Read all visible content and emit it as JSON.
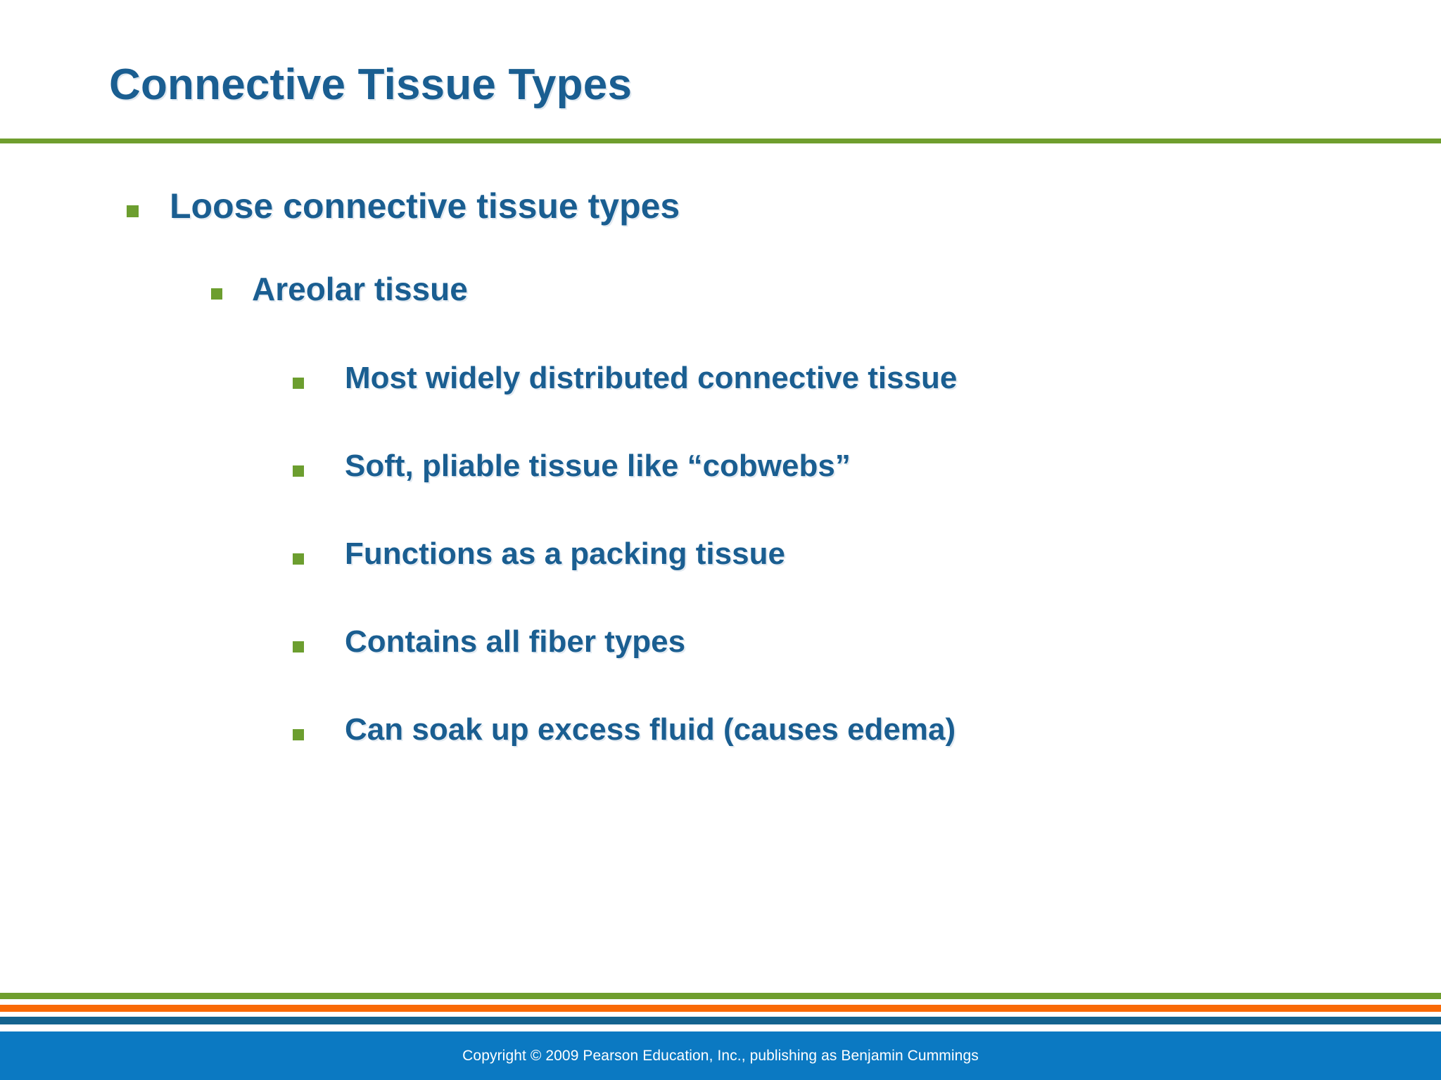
{
  "slide": {
    "title": "Connective Tissue Types",
    "colors": {
      "title_blue": "#1A5E91",
      "bullet_green": "#6C9E2F",
      "rule_green": "#6F9E2E",
      "bar_orange": "#F96A06",
      "bar_navy": "#14638F",
      "footer_blue": "#0B79C2",
      "background": "#FFFFFF"
    },
    "bullets": [
      {
        "level": 1,
        "text": "Loose connective tissue types",
        "marker": "green-square-bullet"
      },
      {
        "level": 2,
        "text": "Areolar tissue",
        "marker": "green-square-bullet"
      },
      {
        "level": 3,
        "text": "Most widely distributed connective tissue",
        "marker": "green-square-bullet"
      },
      {
        "level": 3,
        "text": "Soft, pliable tissue like “cobwebs”",
        "marker": "green-square-bullet"
      },
      {
        "level": 3,
        "text": "Functions as a packing tissue",
        "marker": "green-square-bullet"
      },
      {
        "level": 3,
        "text": "Contains all fiber types",
        "marker": "green-square-bullet"
      },
      {
        "level": 3,
        "text": "Can soak up excess fluid (causes edema)",
        "marker": "green-square-bullet"
      }
    ],
    "footer": {
      "copyright": "Copyright © 2009 Pearson Education, Inc., publishing as Benjamin Cummings"
    }
  }
}
